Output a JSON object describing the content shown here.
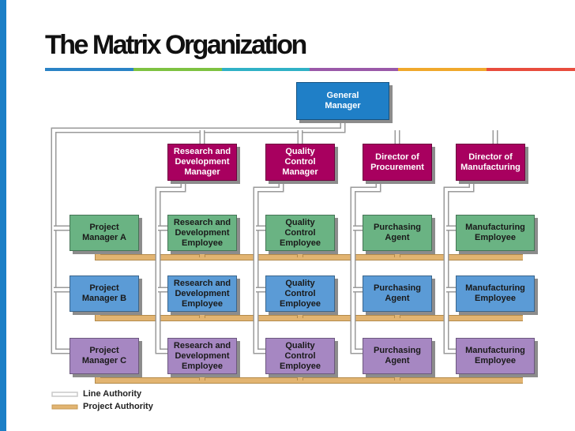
{
  "title": "The Matrix Organization",
  "colors": {
    "accent_bar": "#1c7fc6",
    "stripe": [
      "#2a83c6",
      "#7ec241",
      "#2fb1c6",
      "#9a59a8",
      "#f0a82c",
      "#e84c3d"
    ],
    "general": "#1f7fc7",
    "magenta": "#a8005f",
    "green": "#6ab383",
    "blue": "#5b9bd6",
    "purple": "#a687c2",
    "line_authority": "#c9c9c9",
    "project_authority": "#e2b471"
  },
  "boxes": {
    "general_manager": "General\nManager",
    "managers": [
      "Research and\nDevelopment\nManager",
      "Quality\nControl\nManager",
      "Director of\nProcurement",
      "Director of\nManufacturing"
    ],
    "project_managers": [
      "Project\nManager A",
      "Project\nManager B",
      "Project\nManager C"
    ],
    "employees": [
      "Research and\nDevelopment\nEmployee",
      "Quality\nControl\nEmployee",
      "Purchasing\nAgent",
      "Manufacturing\nEmployee"
    ]
  },
  "legend": {
    "line_authority": "Line Authority",
    "project_authority": "Project Authority"
  }
}
